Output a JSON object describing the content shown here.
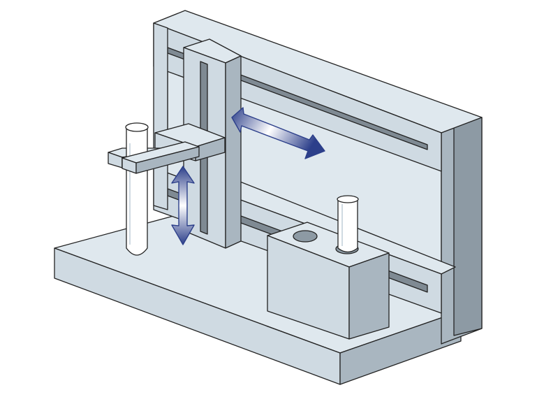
{
  "diagram": {
    "colors": {
      "light": "#dfe8ee",
      "mid": "#cfdae2",
      "side": "#a9b6c0",
      "dark": "#8d9aa4",
      "slot": "#7f8a93",
      "outline": "#222222",
      "arrow_dark": "#2c3f8a",
      "arrow_light": "#ffffff",
      "glass": "#ffffff"
    },
    "arrows": [
      "horizontal-motion-arrow",
      "vertical-motion-arrow"
    ],
    "tubes": [
      "test-tube-in-gripper",
      "test-tube-in-rack"
    ]
  }
}
